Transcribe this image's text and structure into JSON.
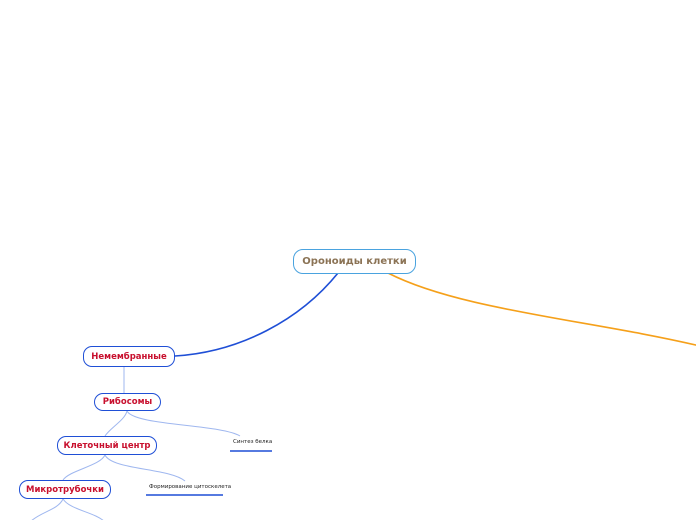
{
  "mindmap": {
    "root": {
      "label": "Ороноиды клетки"
    },
    "nodes": {
      "nonmembrane": {
        "label": "Немембранные"
      },
      "ribosomes": {
        "label": "Рибосомы"
      },
      "cell_center": {
        "label": "Клеточный центр"
      },
      "microtubules": {
        "label": "Микротрубочки"
      }
    },
    "leaves": {
      "protein_synthesis": {
        "label": "Синтез белка"
      },
      "cytoskeleton": {
        "label": "Формирование цитоскелета"
      }
    }
  },
  "colors": {
    "root_border": "#4aa3df",
    "root_text": "#8b7355",
    "node_border": "#1f4fd6",
    "node_text": "#c8102e",
    "blue_branch": "#1f4fd6",
    "orange_branch": "#f5a01a",
    "thin_connector": "#9fb7ef",
    "leaf_underline": "#1f4fd6"
  }
}
